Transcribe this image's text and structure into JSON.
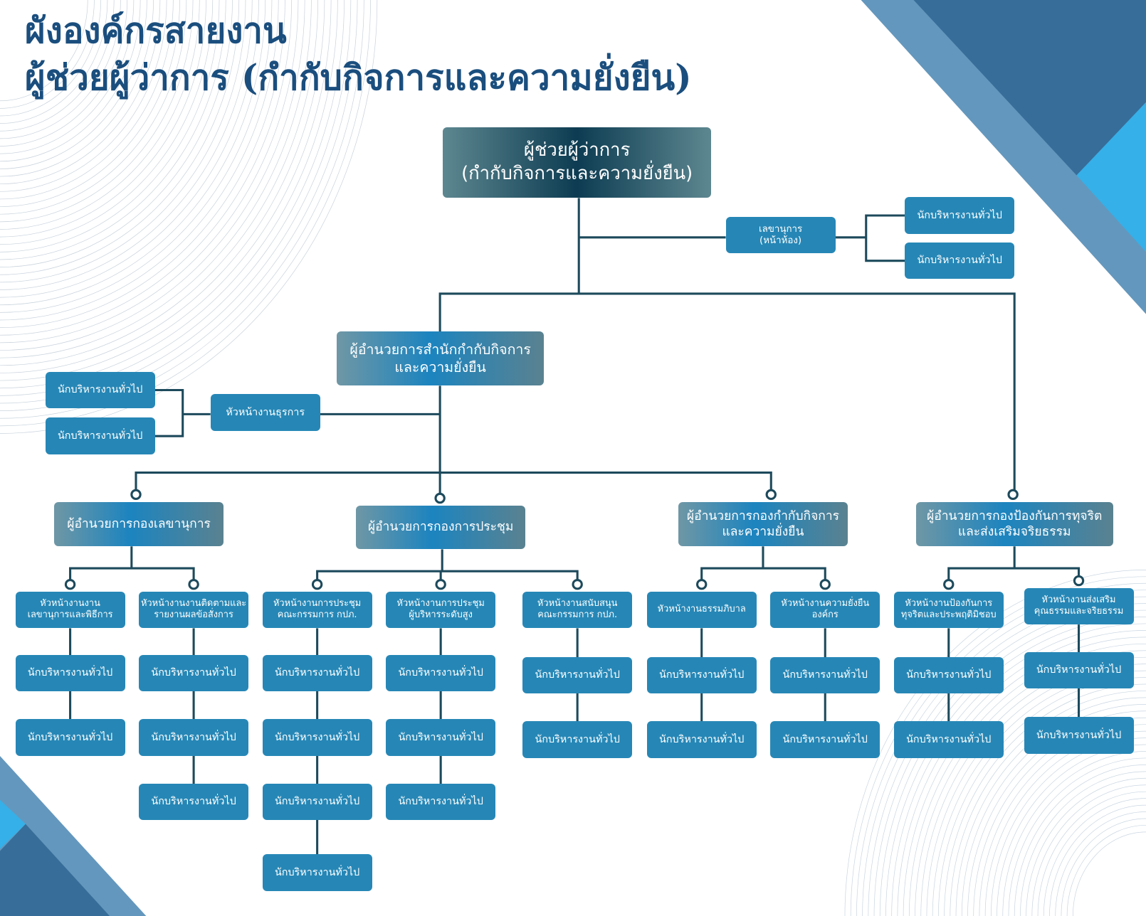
{
  "title": {
    "line1": "ผังองค์กรสายงาน",
    "line2": "ผู้ช่วยผู้ว่าการ (กำกับกิจการและความยั่งยืน)"
  },
  "colors": {
    "staff_box": "#2687b6",
    "title": "#1a4e7e",
    "connector": "#1d4a5c",
    "corner_dark": "#376d99",
    "corner_light": "#6497bd",
    "corner_cyan": "#35b0e8"
  },
  "top": {
    "line1": "ผู้ช่วยผู้ว่าการ",
    "line2": "(กำกับกิจการและความยั่งยืน)"
  },
  "secretary": {
    "line1": "เลขานุการ",
    "line2": "(หน้าห้อง)",
    "staff": [
      "นักบริหารงานทั่วไป",
      "นักบริหารงานทั่วไป"
    ]
  },
  "office_director": {
    "line1": "ผู้อำนวยการสำนักกำกับกิจการ",
    "line2": "และความยั่งยืน"
  },
  "admin_head": {
    "label": "หัวหน้างานธุรการ",
    "staff": [
      "นักบริหารงานทั่วไป",
      "นักบริหารงานทั่วไป"
    ]
  },
  "divisions": [
    {
      "line1": "ผู้อำนวยการกองเลขานุการ",
      "line2": ""
    },
    {
      "line1": "ผู้อำนวยการกองการประชุม",
      "line2": ""
    },
    {
      "line1": "ผู้อำนวยการกองกำกับกิจการ",
      "line2": "และความยั่งยืน"
    },
    {
      "line1": "ผู้อำนวยการกองป้องกันการทุจริต",
      "line2": "และส่งเสริมจริยธรรม"
    }
  ],
  "sections": [
    {
      "line1": "หัวหน้างานงาน",
      "line2": "เลขานุการและพิธีการ",
      "staff": [
        "นักบริหารงานทั่วไป",
        "นักบริหารงานทั่วไป"
      ]
    },
    {
      "line1": "หัวหน้างานงานติดตามและ",
      "line2": "รายงานผลข้อสั่งการ",
      "staff": [
        "นักบริหารงานทั่วไป",
        "นักบริหารงานทั่วไป",
        "นักบริหารงานทั่วไป"
      ]
    },
    {
      "line1": "หัวหน้างานการประชุม",
      "line2": "คณะกรรมการ กปภ.",
      "staff": [
        "นักบริหารงานทั่วไป",
        "นักบริหารงานทั่วไป",
        "นักบริหารงานทั่วไป",
        "นักบริหารงานทั่วไป"
      ]
    },
    {
      "line1": "หัวหน้างานการประชุม",
      "line2": "ผู้บริหารระดับสูง",
      "staff": [
        "นักบริหารงานทั่วไป",
        "นักบริหารงานทั่วไป",
        "นักบริหารงานทั่วไป"
      ]
    },
    {
      "line1": "หัวหน้างานสนับสนุน",
      "line2": "คณะกรรมการ กปภ.",
      "staff": [
        "นักบริหารงานทั่วไป",
        "นักบริหารงานทั่วไป"
      ]
    },
    {
      "line1": "หัวหน้างานธรรมภิบาล",
      "line2": "",
      "staff": [
        "นักบริหารงานทั่วไป",
        "นักบริหารงานทั่วไป"
      ]
    },
    {
      "line1": "หัวหน้างานความยั่งยืน",
      "line2": "องค์กร",
      "staff": [
        "นักบริหารงานทั่วไป",
        "นักบริหารงานทั่วไป"
      ]
    },
    {
      "line1": "หัวหน้างานป้องกันการ",
      "line2": "ทุจริตและประพฤติมิชอบ",
      "staff": [
        "นักบริหารงานทั่วไป",
        "นักบริหารงานทั่วไป"
      ]
    },
    {
      "line1": "หัวหน้างานส่งเสริม",
      "line2": "คุณธรรมและจริยธรรม",
      "staff": [
        "นักบริหารงานทั่วไป",
        "นักบริหารงานทั่วไป"
      ]
    }
  ]
}
